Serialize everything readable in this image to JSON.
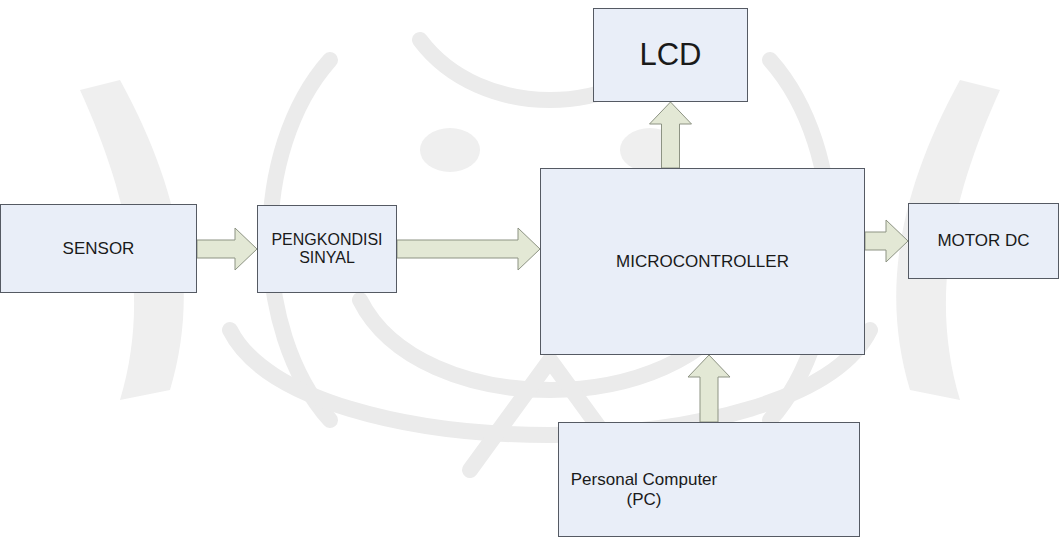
{
  "diagram": {
    "nodes": [
      {
        "text": [
          "SENSOR"
        ]
      },
      {
        "text": [
          "PENGKONDISI SINYAL"
        ]
      },
      {
        "text": [
          "MICROCONTROLLER"
        ]
      },
      {
        "text": [
          "LCD"
        ]
      },
      {
        "text": [
          "MOTOR DC"
        ]
      },
      {
        "text": [
          "Personal Computer (PC)"
        ]
      }
    ],
    "edges": [
      {
        "from": 0,
        "to": 1,
        "arrow": "to"
      },
      {
        "from": 1,
        "to": 2,
        "arrow": "to"
      },
      {
        "from": 2,
        "to": 3,
        "arrow": "to"
      },
      {
        "from": 2,
        "to": 4,
        "arrow": "to"
      },
      {
        "from": 5,
        "to": 2,
        "arrow": "to"
      }
    ]
  }
}
